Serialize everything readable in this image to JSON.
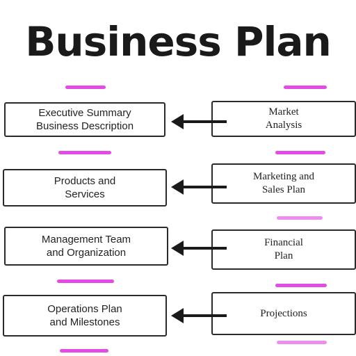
{
  "title": "Business Plan",
  "accent": "#e040e0",
  "rows": [
    {
      "left": {
        "line1": "Executive Summary",
        "line2": "Business Description"
      },
      "right": {
        "line1": "Market",
        "line2": "Analysis"
      }
    },
    {
      "left": {
        "line1": "Products and",
        "line2": "Services"
      },
      "right": {
        "line1": "Marketing and",
        "line2": "Sales Plan"
      }
    },
    {
      "left": {
        "line1": "Management Team",
        "line2": "and Organization"
      },
      "right": {
        "line1": "Financial",
        "line2": "Plan"
      }
    },
    {
      "left": {
        "line1": "Operations Plan",
        "line2": "and Milestones"
      },
      "right": {
        "line1": "Projections",
        "line2": ""
      }
    }
  ]
}
